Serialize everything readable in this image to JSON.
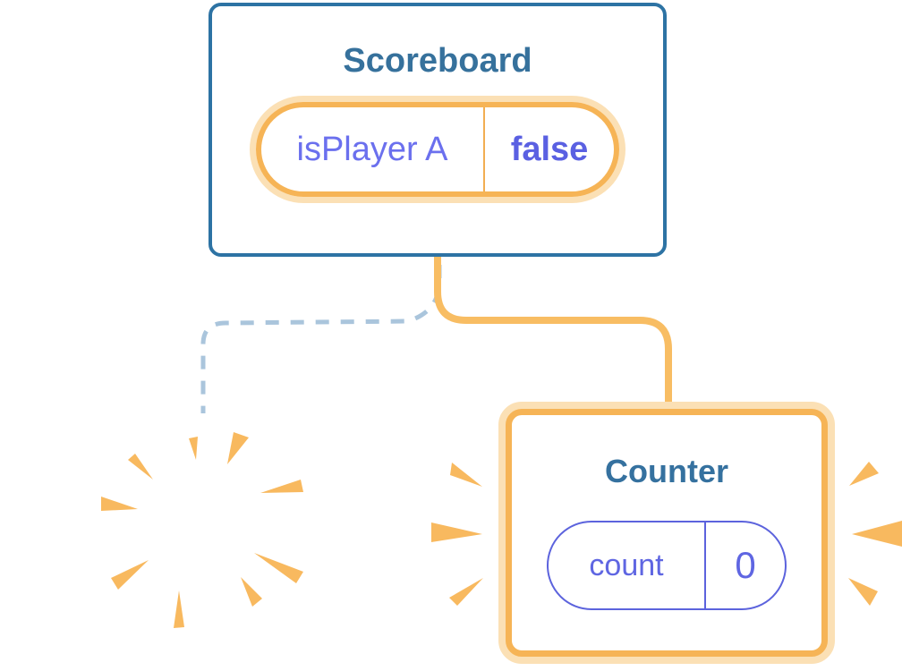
{
  "scoreboard_card": {
    "title": "Scoreboard",
    "state": {
      "name": "isPlayer A",
      "value": "false"
    }
  },
  "counter_card": {
    "title": "Counter",
    "state": {
      "name": "count",
      "value": "0"
    }
  },
  "icons": {
    "sparkle": "four-pointed star",
    "poof_burst": "radiating orange wedges (component destroyed)",
    "emphasis_burst": "radiating orange wedges (component created)"
  },
  "colors": {
    "card_border_blue": "#2d73a4",
    "title_blue": "#36719c",
    "state_purple": "#5c63dd",
    "state_purple_light": "#6b70ee",
    "state_value_purple": "#5a60e2",
    "orange_ring": "#f6b456",
    "orange_halo": "#fbe0b5",
    "orange_divider": "#f2ae52",
    "connector_orange": "#f8bd63",
    "connector_dashed_blue": "#aac5dc",
    "burst_orange": "#f8b95f",
    "card_bg": "#ffffff"
  }
}
